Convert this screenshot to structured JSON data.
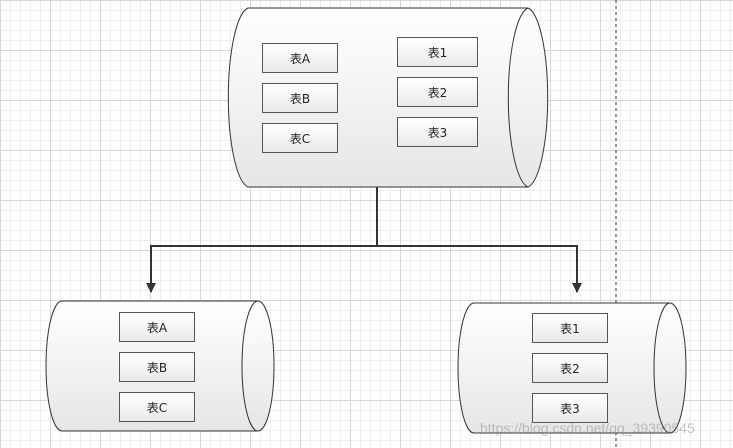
{
  "colors": {
    "stroke": "#333333",
    "cylinder_fill_top": "#ffffff",
    "cylinder_fill_bottom": "#e6e6e6",
    "grid_major": "#d6d6d6",
    "grid_minor": "#eeeeee"
  },
  "source_db": {
    "tables_left": [
      "表A",
      "表B",
      "表C"
    ],
    "tables_right": [
      "表1",
      "表2",
      "表3"
    ]
  },
  "target_db_left": {
    "tables": [
      "表A",
      "表B",
      "表C"
    ]
  },
  "target_db_right": {
    "tables": [
      "表1",
      "表2",
      "表3"
    ]
  },
  "watermark": "https://blog.csdn.net/qq_39390545"
}
